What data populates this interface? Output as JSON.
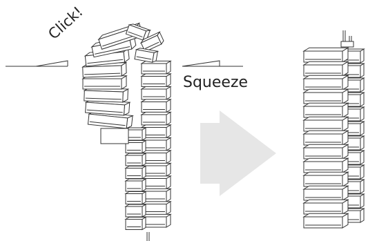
{
  "labels": {
    "click": "Click!",
    "squeeze": "Squeeze"
  },
  "colors": {
    "line": "#333333",
    "arrow_fill": "#e6e6e6",
    "background": "#ffffff"
  },
  "icons": {
    "big_arrow": "right-arrow-icon",
    "push_left": "push-arrow-left-icon",
    "push_right": "push-arrow-right-icon"
  },
  "stack_before": {
    "left_blocks": 13,
    "right_blocks": 13
  },
  "stack_after": {
    "left_blocks": 13,
    "right_blocks": 12
  }
}
